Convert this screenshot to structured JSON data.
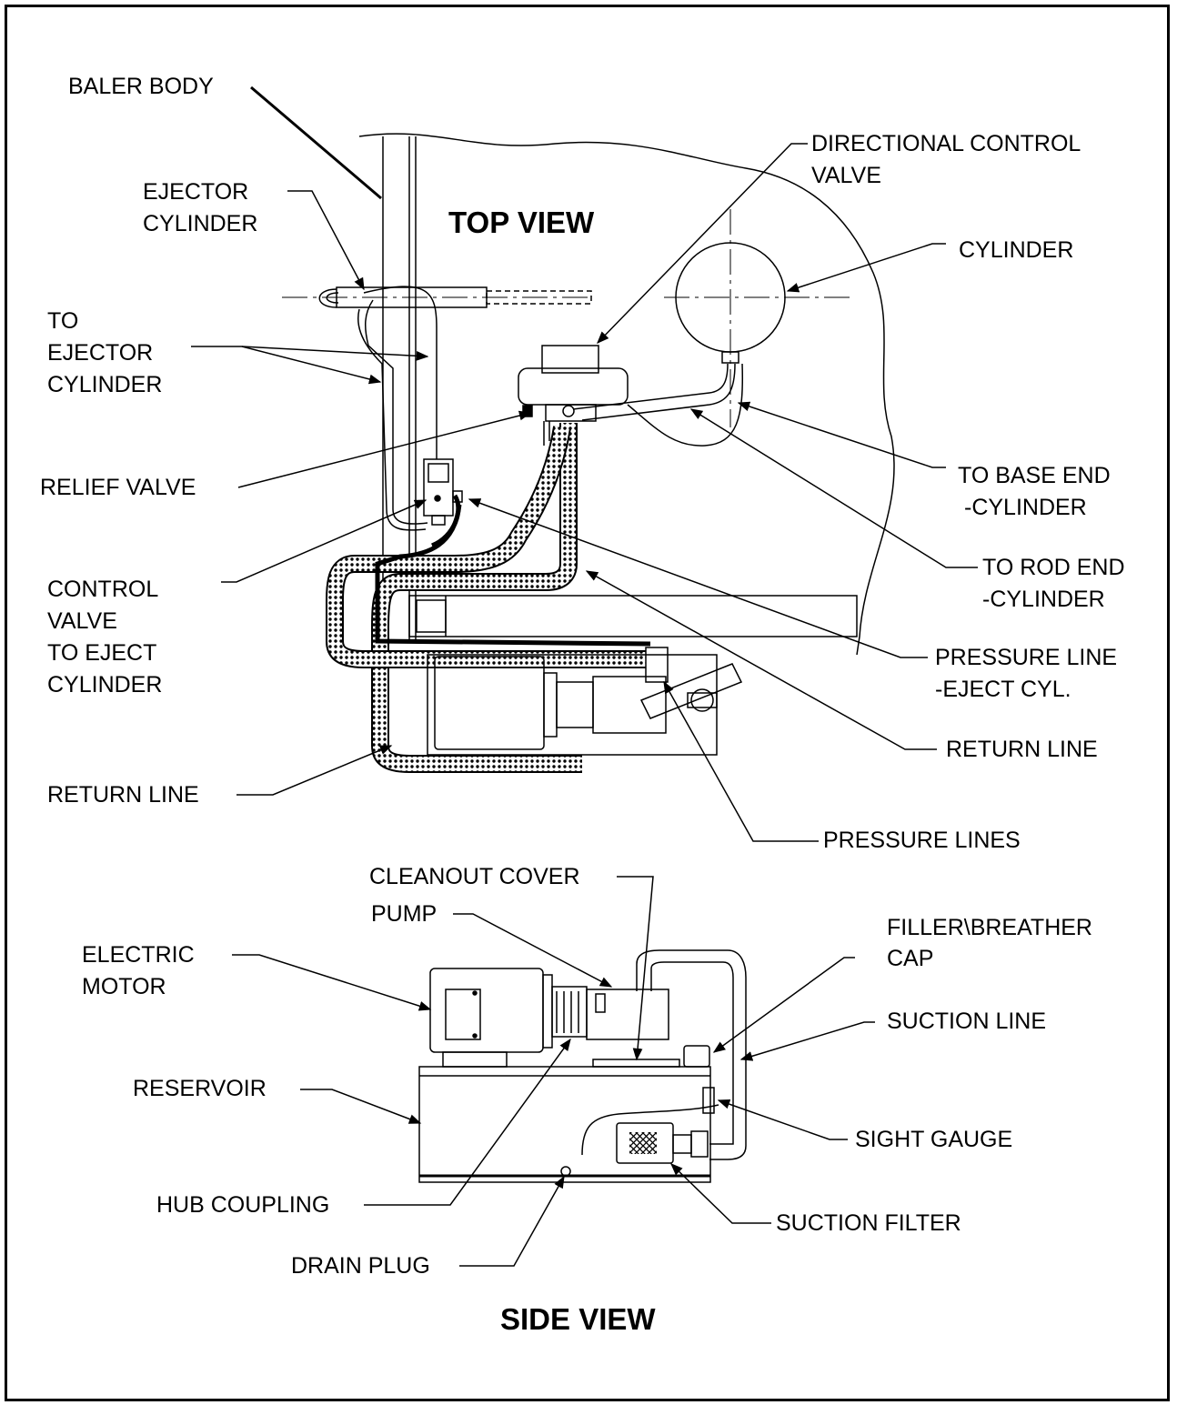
{
  "headings": {
    "top_view": "TOP VIEW",
    "side_view": "SIDE VIEW"
  },
  "labels": {
    "baler_body": "BALER BODY",
    "ejector_cylinder_1": "EJECTOR",
    "ejector_cylinder_2": "CYLINDER",
    "directional_control_valve_1": "DIRECTIONAL CONTROL",
    "directional_control_valve_2": "VALVE",
    "cylinder": "CYLINDER",
    "to_ejector_1": "TO",
    "to_ejector_2": "EJECTOR",
    "to_ejector_3": "CYLINDER",
    "relief_valve": "RELIEF VALVE",
    "to_base_end_1": "TO BASE END",
    "to_base_end_2": "-CYLINDER",
    "control_valve_1": "CONTROL",
    "control_valve_2": "VALVE",
    "control_valve_3": "TO EJECT",
    "control_valve_4": "CYLINDER",
    "to_rod_end_1": "TO ROD END",
    "to_rod_end_2": "-CYLINDER",
    "pressure_line_eject_1": "PRESSURE LINE",
    "pressure_line_eject_2": "-EJECT CYL.",
    "return_line_right": "RETURN LINE",
    "return_line_left": "RETURN LINE",
    "pressure_lines": "PRESSURE LINES",
    "cleanout_cover": "CLEANOUT COVER",
    "pump": "PUMP",
    "electric_motor_1": "ELECTRIC",
    "electric_motor_2": "MOTOR",
    "filler_breather_1": "FILLER\\BREATHER",
    "filler_breather_2": "CAP",
    "suction_line": "SUCTION LINE",
    "reservoir": "RESERVOIR",
    "sight_gauge": "SIGHT GAUGE",
    "hub_coupling": "HUB COUPLING",
    "suction_filter": "SUCTION FILTER",
    "drain_plug": "DRAIN PLUG"
  }
}
